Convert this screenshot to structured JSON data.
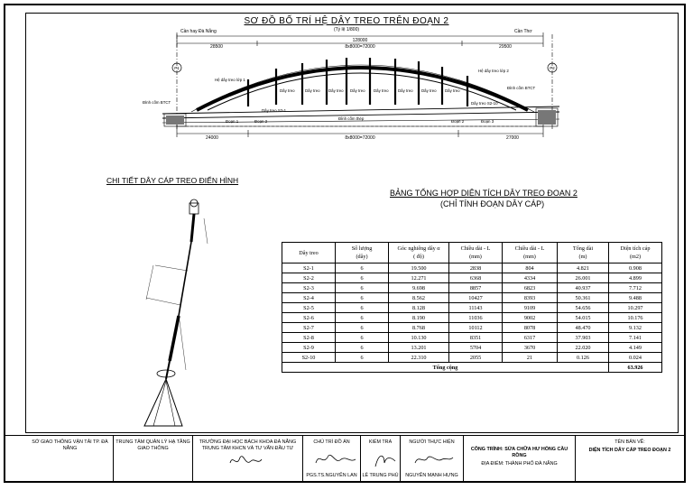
{
  "drawing": {
    "title": "SƠ ĐỒ BỐ TRÍ HỆ DÂY TREO TRÊN ĐOẠN 2",
    "scale": "(Tỷ lệ 1/800)",
    "left_direction": "Cần hay Đà Nẵng",
    "right_direction": "Cần Thơ",
    "dim_total": "128000",
    "dim_left": "28500",
    "dim_middle": "8x8000=72000",
    "dim_right": "29500",
    "dim_bottom_left": "24000",
    "dim_bottom_middle": "8x8000=72000",
    "dim_bottom_right": "27000",
    "pier_left": "P1",
    "pier_right": "P2",
    "labels": {
      "hanger_group_left": "Hệ dây treo lớp 1",
      "hanger_group_right": "Hệ dây treo lớp 2",
      "hanger": "Dây treo",
      "top_left": "Đỉnh cốm BTCT",
      "top_right": "Đỉnh cốm BTCT",
      "hanger_s2_1": "Dây treo S2-1",
      "hanger_s2_10": "Dây treo S2-10",
      "segment_1": "Đoạn 1",
      "segment_2": "Đoạn 2",
      "segment_2b": "Đoạn 2",
      "segment_3": "Đoạn 3",
      "steel_chord": "Đỉnh cốm thép"
    },
    "detail_title": "CHI TIẾT DÂY CÁP TREO ĐIỂN HÌNH"
  },
  "table": {
    "title": "BẢNG TỔNG HỢP DIỆN TÍCH  DÂY TREO ĐOẠN 2",
    "subtitle": "(CHỈ TÍNH ĐOẠN DÂY CÁP)",
    "headers": [
      [
        "Dây treo",
        ""
      ],
      [
        "Số lượng",
        "(dây)"
      ],
      [
        "Góc nghiêng dây α",
        "( độ)"
      ],
      [
        "Chiều dài - L",
        "(mm)"
      ],
      [
        "Chiều dài - L",
        "(mm)"
      ],
      [
        "Tổng dài",
        "(m)"
      ],
      [
        "Diện tích cáp",
        "(m2)"
      ]
    ],
    "rows": [
      [
        "S2-1",
        "6",
        "19.500",
        "2838",
        "804",
        "4.821",
        "0.908"
      ],
      [
        "S2-2",
        "6",
        "12.271",
        "6368",
        "4334",
        "26.001",
        "4.899"
      ],
      [
        "S2-3",
        "6",
        "9.698",
        "8857",
        "6823",
        "40.937",
        "7.712"
      ],
      [
        "S2-4",
        "6",
        "8.562",
        "10427",
        "8393",
        "50.361",
        "9.488"
      ],
      [
        "S2-5",
        "6",
        "8.128",
        "11143",
        "9109",
        "54.656",
        "10.297"
      ],
      [
        "S2-6",
        "6",
        "8.190",
        "11036",
        "9002",
        "54.015",
        "10.176"
      ],
      [
        "S2-7",
        "6",
        "8.768",
        "10112",
        "8078",
        "48.470",
        "9.132"
      ],
      [
        "S2-8",
        "6",
        "10.130",
        "8351",
        "6317",
        "37.903",
        "7.141"
      ],
      [
        "S2-9",
        "6",
        "13.201",
        "5704",
        "3670",
        "22.020",
        "4.149"
      ],
      [
        "S2-10",
        "6",
        "22.310",
        "2055",
        "21",
        "0.126",
        "0.024"
      ]
    ],
    "total_label": "Tổng cộng",
    "total_value": "63.926"
  },
  "title_block": {
    "org1": "SỞ GIAO THÔNG VẬN TẢI TP. ĐÀ NẴNG",
    "org2": "TRUNG TÂM QUẢN LÝ HẠ TẦNG GIAO THÔNG",
    "org3": "TRƯỜNG ĐẠI HỌC BÁCH KHOA ĐÀ NẴNG TRUNG TÂM KHCN VÀ TƯ VẤN ĐẦU TƯ",
    "chief_label": "CHỦ TRÌ ĐỒ ÁN",
    "chief_name": "PGS.TS.NGUYỄN LAN",
    "check_label": "KIỂM TRA",
    "check_name": "LÊ TRUNG PHÚ",
    "drawer_label": "NGƯỜI THỰC HIỆN",
    "drawer_name": "NGUYỄN MẠNH HƯNG",
    "project": "CÔNG TRÌNH: SỬA CHỮA HƯ HỎNG CẦU RỒNG",
    "location": "ĐỊA ĐIỂM: THÀNH PHỐ ĐÀ NẴNG",
    "drawing_name_label": "TÊN BẢN VẼ:",
    "drawing_name": "DIỆN TÍCH DÂY CÁP TREO ĐOẠN 2"
  }
}
